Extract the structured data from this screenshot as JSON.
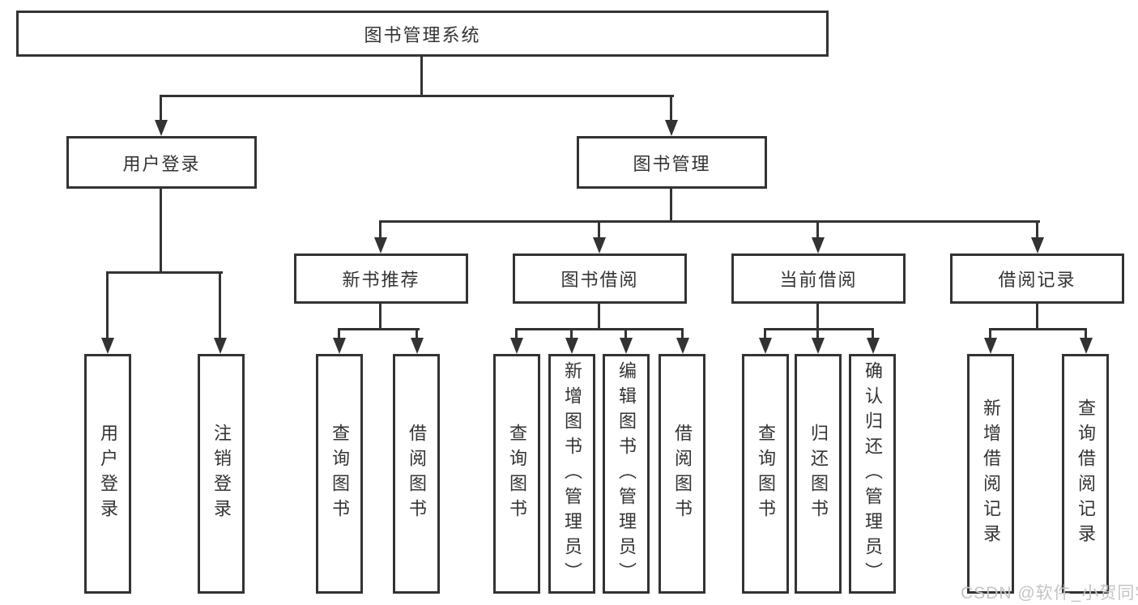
{
  "tree": {
    "root": {
      "label": "图书管理系统"
    },
    "level2": {
      "user_login": {
        "label": "用户登录",
        "children": [
          "用户登录",
          "注销登录"
        ]
      },
      "book_management": {
        "label": "图书管理"
      }
    },
    "level3": {
      "new_book_recommend": {
        "label": "新书推荐",
        "children": [
          "查询图书",
          "借阅图书"
        ]
      },
      "book_borrowing": {
        "label": "图书借阅",
        "children": [
          "查询图书",
          "新增图书（管理员）",
          "编辑图书（管理员）",
          "借阅图书"
        ]
      },
      "current_borrowing": {
        "label": "当前借阅",
        "children": [
          "查询图书",
          "归还图书",
          "确认归还（管理员）"
        ]
      },
      "borrowing_records": {
        "label": "借阅记录",
        "children": [
          "新增借阅记录",
          "查询借阅记录"
        ]
      }
    }
  },
  "watermark": "CSDN @软件_小贺同学",
  "colors": {
    "line": "#333333",
    "text": "#333333",
    "watermark": "#c4c4c4",
    "background": "#ffffff"
  }
}
